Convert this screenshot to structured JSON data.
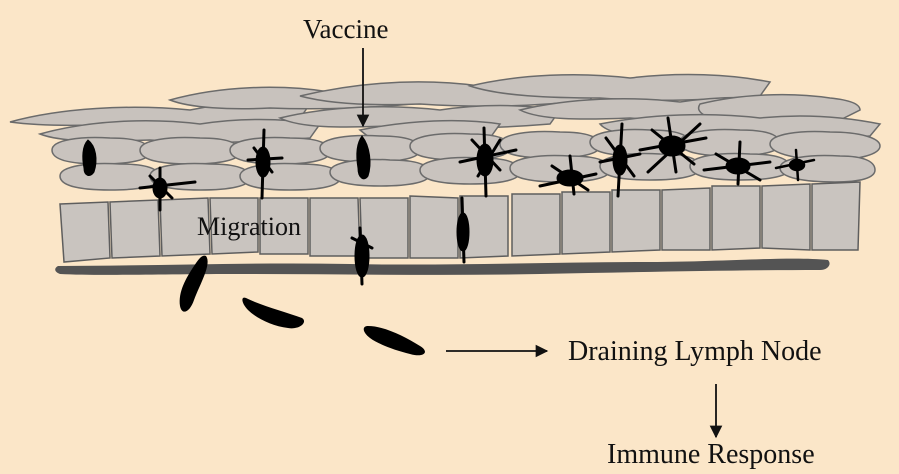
{
  "labels": {
    "vaccine": "Vaccine",
    "migration": "Migration",
    "draining_lymph_node": "Draining Lymph Node",
    "immune_response": "Immune Response"
  },
  "colors": {
    "background": "#fbe6c8",
    "flat_cell_fill": "#c8c2bd",
    "column_cell_fill": "#c9c4bf",
    "cell_outline": "#6b6b6b",
    "basement_membrane": "#545454",
    "dendritic_cell": "#000000"
  },
  "icons": [
    "flat-keratinocyte-shape",
    "columnar-basal-cell-shape",
    "langerhans-dendritic-cell-shape",
    "migrating-cell-shape",
    "arrow"
  ]
}
